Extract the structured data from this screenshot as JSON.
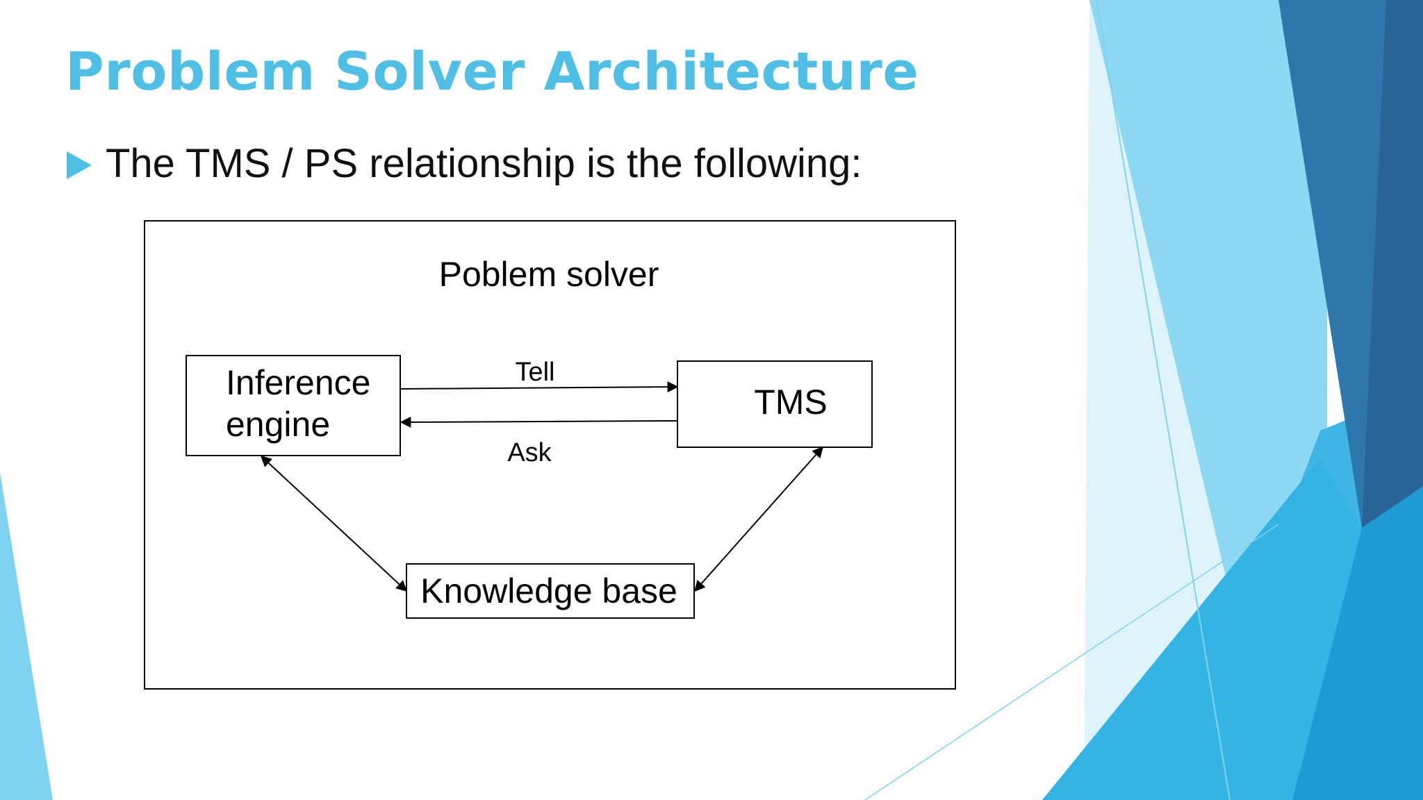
{
  "slide": {
    "title": "Problem Solver Architecture",
    "bullet": "The TMS / PS relationship is the following:"
  },
  "diagram": {
    "container_label": "Poblem solver",
    "nodes": {
      "inference_engine": {
        "line1": "Inference",
        "line2": "engine"
      },
      "tms": "TMS",
      "knowledge_base": "Knowledge base"
    },
    "edges": {
      "tell": "Tell",
      "ask": "Ask"
    }
  },
  "colors": {
    "accent": "#4fbfe6",
    "text": "#111111",
    "deco_light": "#7fd3f0",
    "deco_mid": "#3fb6e6",
    "deco_dark": "#2a6fa2"
  }
}
